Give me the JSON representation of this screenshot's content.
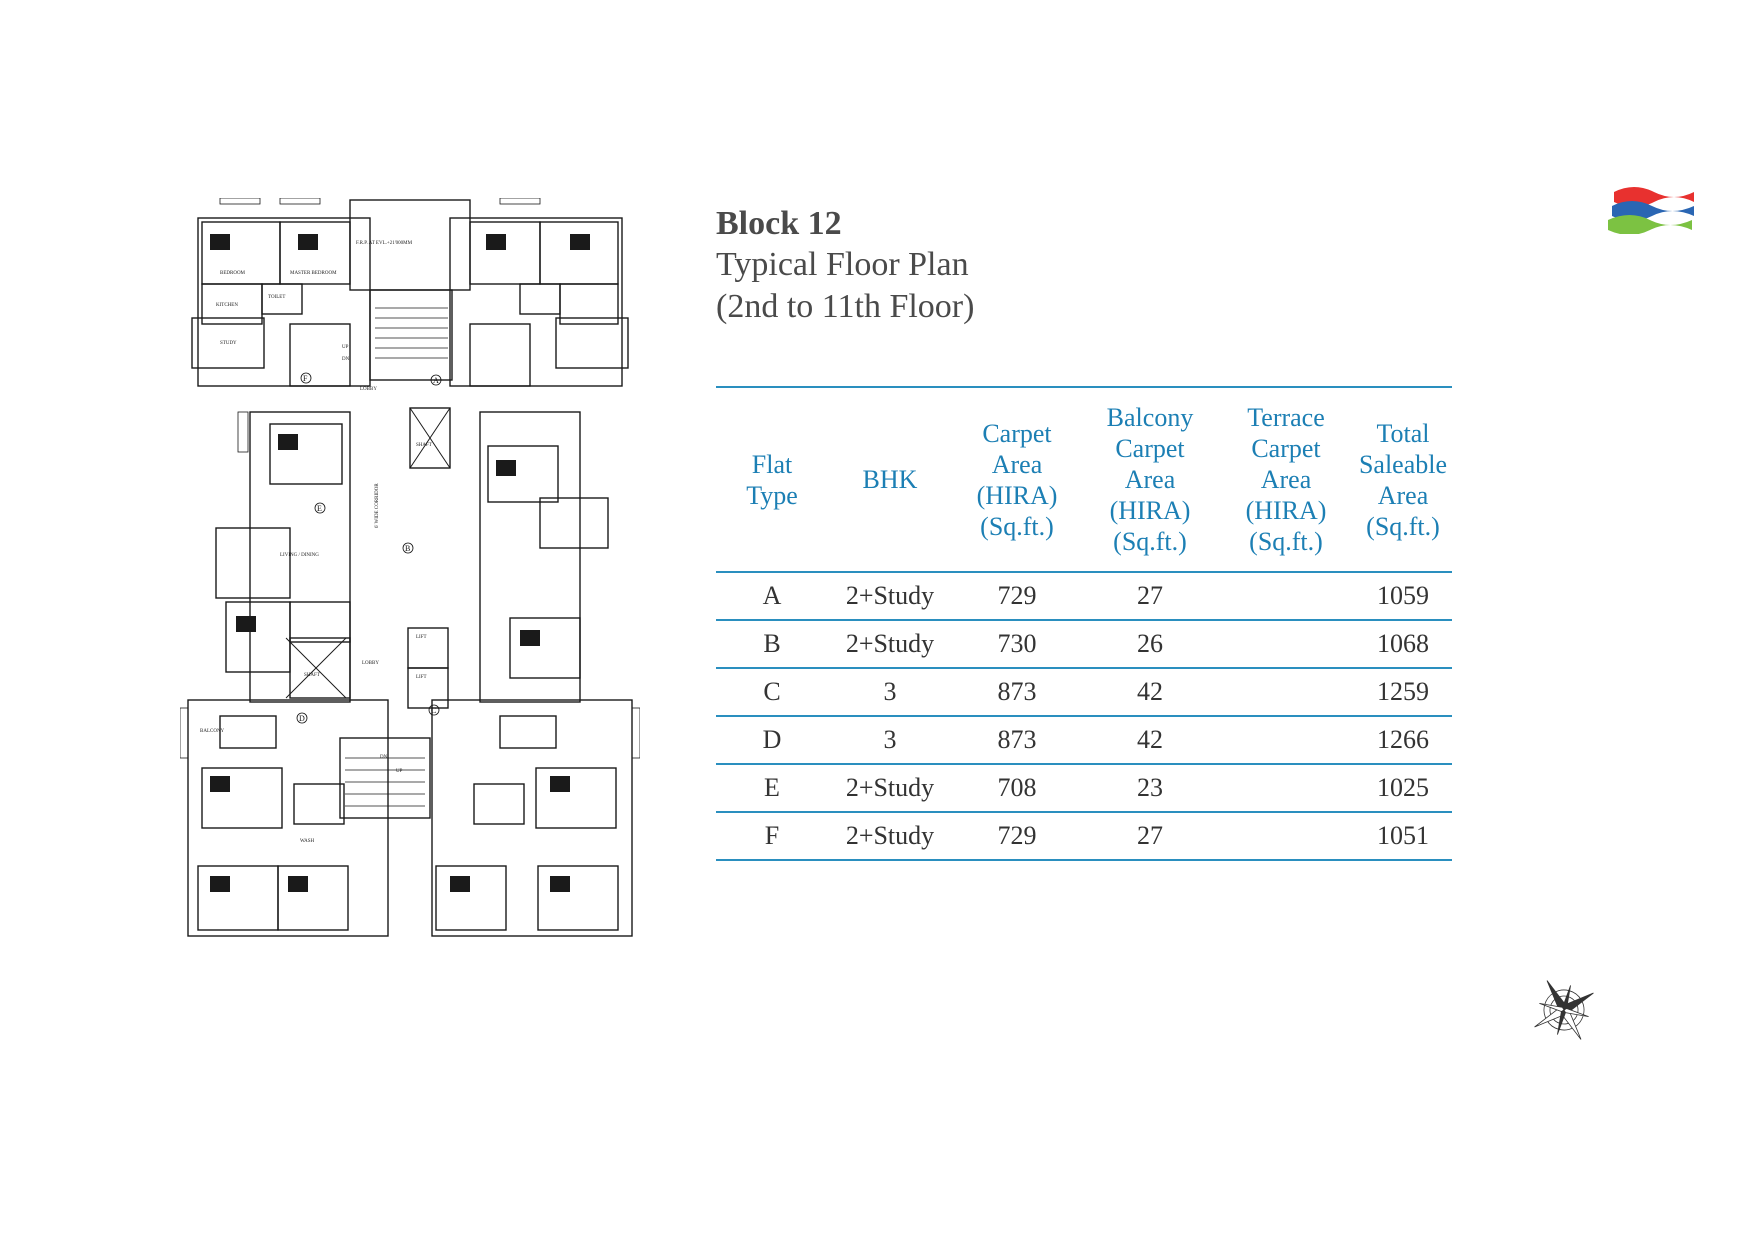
{
  "logo": {
    "icon": "wave-logo-icon",
    "colors": [
      "#e8312f",
      "#2a66b3",
      "#7cc242"
    ]
  },
  "title": {
    "block": "Block 12",
    "line1": "Typical Floor Plan",
    "line2": "(2nd to 11th Floor)"
  },
  "accent_color": "#1c7fb4",
  "table": {
    "headers": [
      "Flat Type",
      "BHK",
      "Carpet Area (HIRA) (Sq.ft.)",
      "Balcony Carpet Area (HIRA) (Sq.ft.)",
      "Terrace Carpet Area (HIRA) (Sq.ft.)",
      "Total Saleable Area (Sq.ft.)"
    ],
    "rows": [
      [
        "A",
        "2+Study",
        "729",
        "27",
        "",
        "1059"
      ],
      [
        "B",
        "2+Study",
        "730",
        "26",
        "",
        "1068"
      ],
      [
        "C",
        "3",
        "873",
        "42",
        "",
        "1259"
      ],
      [
        "D",
        "3",
        "873",
        "42",
        "",
        "1266"
      ],
      [
        "E",
        "2+Study",
        "708",
        "23",
        "",
        "1025"
      ],
      [
        "F",
        "2+Study",
        "729",
        "27",
        "",
        "1051"
      ]
    ]
  },
  "plan": {
    "labels": {
      "lobby_top": "LOBBY",
      "lobby_mid": "LOBBY",
      "corridor": "6' WIDE CORRIDOR",
      "frp": "F.R.P. AT EVL.+21'000MM",
      "lift1": "LIFT",
      "lift2": "LIFT",
      "shaft1": "SHAFT",
      "shaft2": "SHAFT",
      "up1": "UP",
      "dn1": "DN",
      "up2": "UP",
      "dn2": "DN"
    },
    "unit_markers": [
      "A",
      "B",
      "C",
      "D",
      "E",
      "F"
    ],
    "rooms": {
      "bedroom": "BEDROOM",
      "master_bedroom": "MASTER BEDROOM",
      "kitchen": "KITCHEN",
      "toilet": "TOILET",
      "study": "STUDY",
      "living_dining": "LIVING / DINING",
      "wash": "WASH",
      "balcony": "BALCONY"
    }
  },
  "compass": {
    "icon": "compass-rose-icon"
  }
}
